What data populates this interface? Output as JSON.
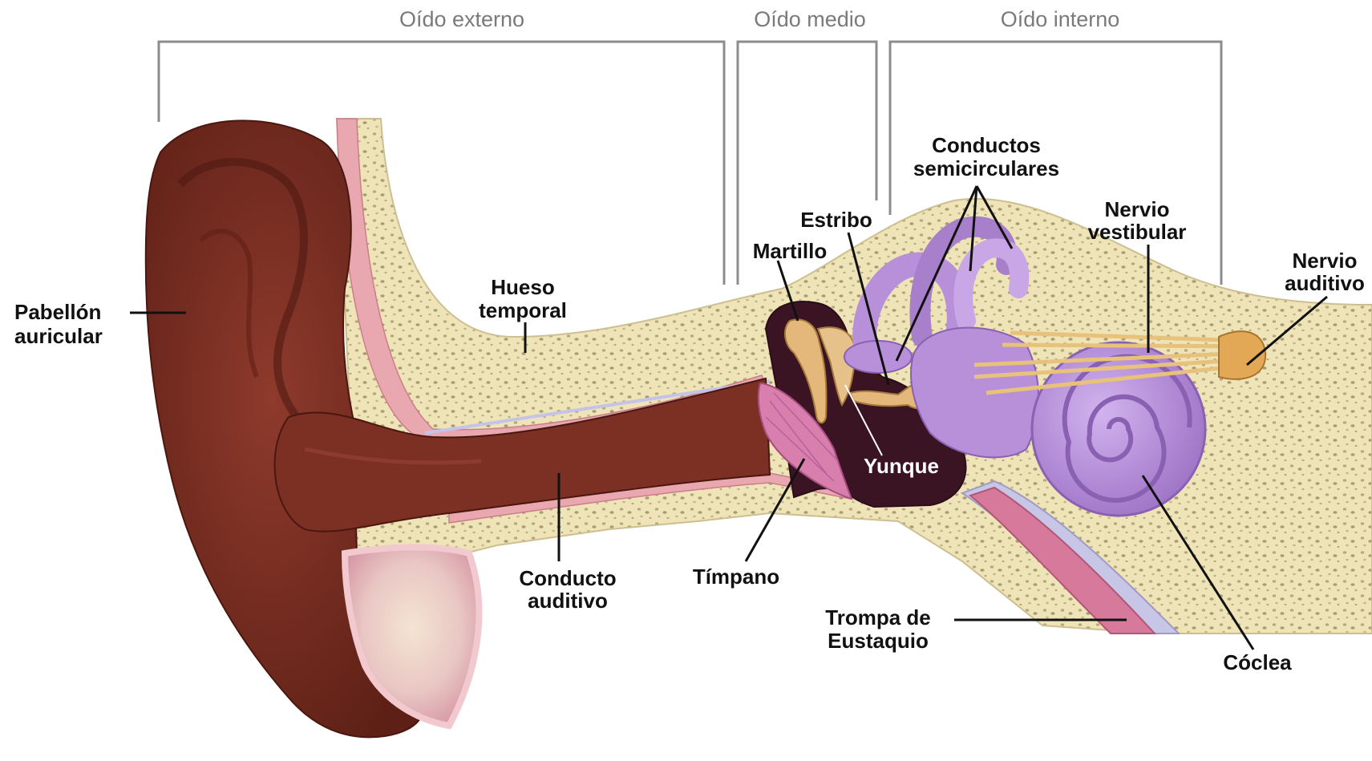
{
  "sections": {
    "outer": "Oído externo",
    "middle": "Oído medio",
    "inner": "Oído interno"
  },
  "labels": {
    "pinna": [
      "Pabellón",
      "auricular"
    ],
    "temporal_bone": [
      "Hueso",
      "temporal"
    ],
    "ear_canal": [
      "Conducto",
      "auditivo"
    ],
    "eardrum": "Tímpano",
    "stapes": "Estribo",
    "malleus": "Martillo",
    "incus": "Yunque",
    "semicircular_canals": [
      "Conductos",
      "semicirculares"
    ],
    "vestibular_nerve": [
      "Nervio",
      "vestibular"
    ],
    "auditory_nerve": [
      "Nervio",
      "auditivo"
    ],
    "eustachian_tube": [
      "Trompa de",
      "Eustaquio"
    ],
    "cochlea": "Cóclea"
  },
  "colors": {
    "ear": "#7a2e22",
    "ear_dark": "#5c1e16",
    "bone": "#efe3b8",
    "bone_pore": "#a79c74",
    "skin_lining": "#e9a8b0",
    "middle_cavity": "#3b1424",
    "labyrinth": "#b890d9",
    "ossicles": "#e3b87a",
    "eardrum": "#d97fae",
    "nerve": "#e8c27a"
  }
}
